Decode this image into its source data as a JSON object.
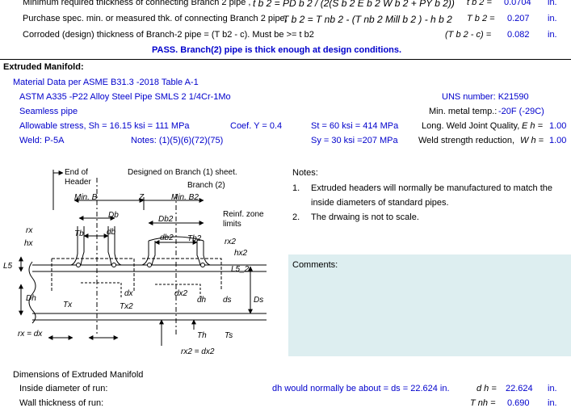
{
  "top_rows": [
    {
      "desc": "Minimum required thickness of connecting Branch 2 pipe ,",
      "formula": "t b 2 = PD b 2 / (2(S b 2 E b 2 W b 2 + PY b 2))",
      "sym": "t b 2 =",
      "val": "0.0704",
      "unit": "in."
    },
    {
      "desc": "Purchase spec. min. or measured thk. of connecting Branch 2 pipe,",
      "formula": "T b 2 = T nb 2 - (T nb 2 Mill b 2 ) - h b 2",
      "sym": "T b 2 =",
      "val": "0.207",
      "unit": "in."
    },
    {
      "desc": "Corroded (design) thickness of Branch-2 pipe = (T b2 - c).  Must be >= t b2",
      "formula": "",
      "sym": "(T b 2 - c) =",
      "val": "0.082",
      "unit": "in."
    }
  ],
  "pass_msg": "PASS. Branch(2) pipe is thick enough at design conditions.",
  "section_title": "Extruded Manifold:",
  "material": {
    "heading": "Material Data per ASME B31.3 -2018  Table A-1",
    "spec": "ASTM A335 -P22 Alloy Steel Pipe SMLS 2 1/4Cr-1Mo",
    "type": "Seamless pipe",
    "allowable": "Allowable stress, Sh = 16.15 ksi  = 111 MPa",
    "coef": "Coef. Y = 0.4",
    "weld": "Weld:  P-5A",
    "notes_ref": "Notes:  (1)(5)(6)(72)(75)",
    "st": "St = 60  ksi = 414 MPa",
    "sy": "Sy = 30  ksi =207 MPa",
    "uns": "UNS number:  K21590",
    "min_temp_label": "Min. metal temp.:",
    "min_temp_val": "-20F (-29C)",
    "long_weld_label": "Long. Weld Joint Quality,",
    "long_weld_sym": "E h =",
    "long_weld_val": "1.00",
    "weld_red_label": "Weld strength reduction,",
    "weld_red_sym": "W h =",
    "weld_red_val": "1.00"
  },
  "notes": {
    "title": "Notes:",
    "items": [
      {
        "num": "1.",
        "text": "Extruded headers will normally be manufactured to match the"
      },
      {
        "num": "",
        "text": "inside diameters of standard pipes."
      },
      {
        "num": "2.",
        "text": "The drwaing is not to scale."
      }
    ]
  },
  "comments_label": "Comments:",
  "diagram": {
    "end_of_header": "End of",
    "header": "Header",
    "designed_on": "Designed on Branch (1) sheet.",
    "branch2": "Branch (2)",
    "min_b": "Min. B",
    "z": "Z",
    "min_b2": "Min. B2",
    "db": "Db",
    "db2": "Db2",
    "db_small": "db",
    "db2_small": "db2",
    "tb": "Tb",
    "tb2": "Tb2",
    "rx": "rx",
    "hx": "hx",
    "l5": "L5",
    "l5_2": "L5_2",
    "dh_big": "Dh",
    "tx": "Tx",
    "tx2": "Tx2",
    "dx": "dx",
    "dx2": "dx2",
    "dh": "dh",
    "ds": "ds",
    "ds_big": "Ds",
    "th": "Th",
    "ts": "Ts",
    "rx2": "rx2",
    "hx2": "hx2",
    "reinf1": "Reinf. zone",
    "reinf2": "limits",
    "rx_eq": "rx = dx",
    "rx2_eq": "rx2 = dx2"
  },
  "dimensions": {
    "title": "Dimensions of Extruded Manifold",
    "row1_label": "Inside diameter of run:",
    "row1_note": "dh would normally be about = ds = 22.624 in.",
    "row1_sym": "d h =",
    "row1_val": "22.624",
    "row1_unit": "in.",
    "row2_label": "Wall thickness of run:",
    "row2_sym": "T nh =",
    "row2_val": "0.690",
    "row2_unit": "in."
  },
  "colors": {
    "blue": "#0000cc",
    "comments_bg": "#ddeef0"
  }
}
